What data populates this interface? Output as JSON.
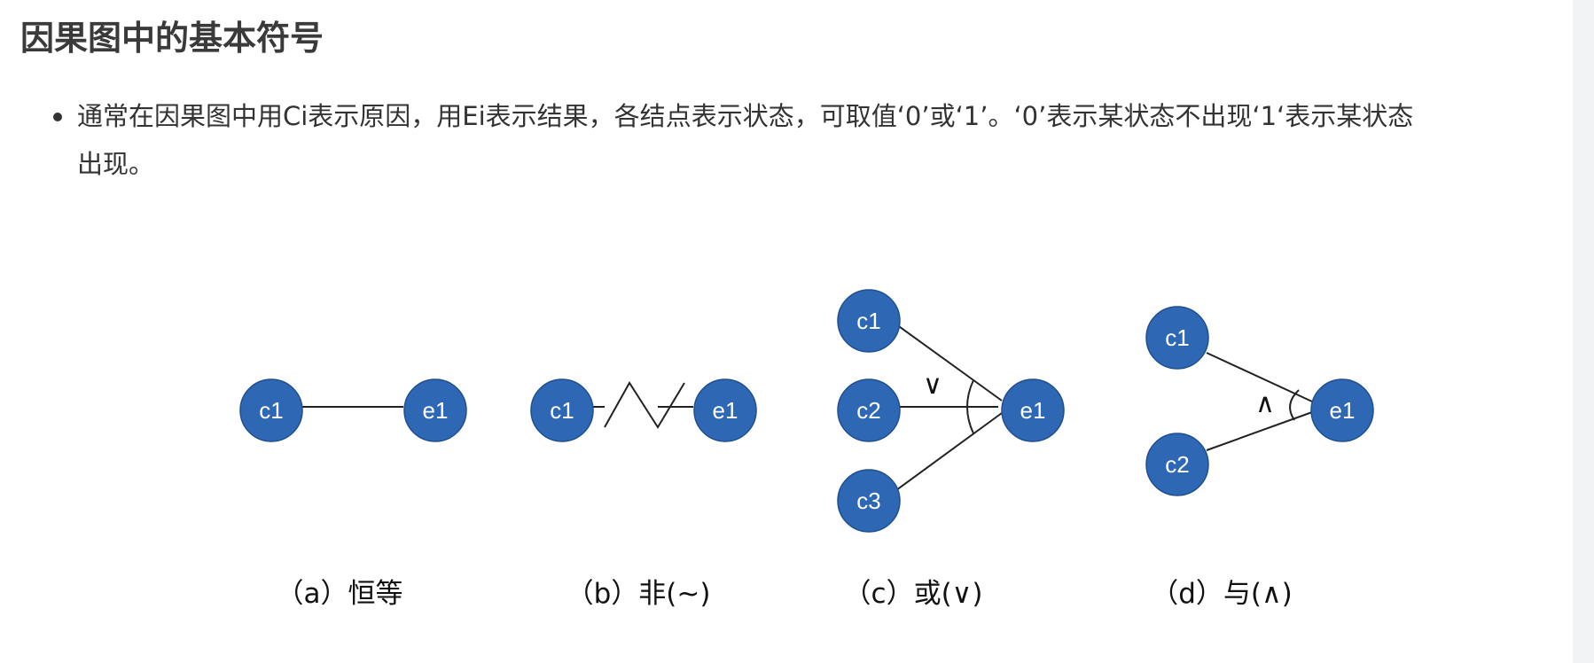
{
  "section": {
    "title": "因果图中的基本符号",
    "bullet_line1": "通常在因果图中用Ci表示原因，用Ei表示结果，各结点表示状态，可取值‘0’或‘1’。‘0’表示某状态不出现‘1‘表示某状态",
    "bullet_line2": "出现。"
  },
  "figure": {
    "node_color": "#2e68b5",
    "node_stroke": "#1f4f8f",
    "nodes": {
      "c1": "c1",
      "c2": "c2",
      "c3": "c3",
      "e1": "e1"
    },
    "symbols": {
      "or": "∨",
      "and": "∧"
    },
    "panels": {
      "a": {
        "caption": "（a）恒等"
      },
      "b": {
        "caption": "（b）非(~)"
      },
      "c": {
        "caption": "（c）或(∨)"
      },
      "d": {
        "caption": "（d）与(∧)"
      }
    }
  }
}
